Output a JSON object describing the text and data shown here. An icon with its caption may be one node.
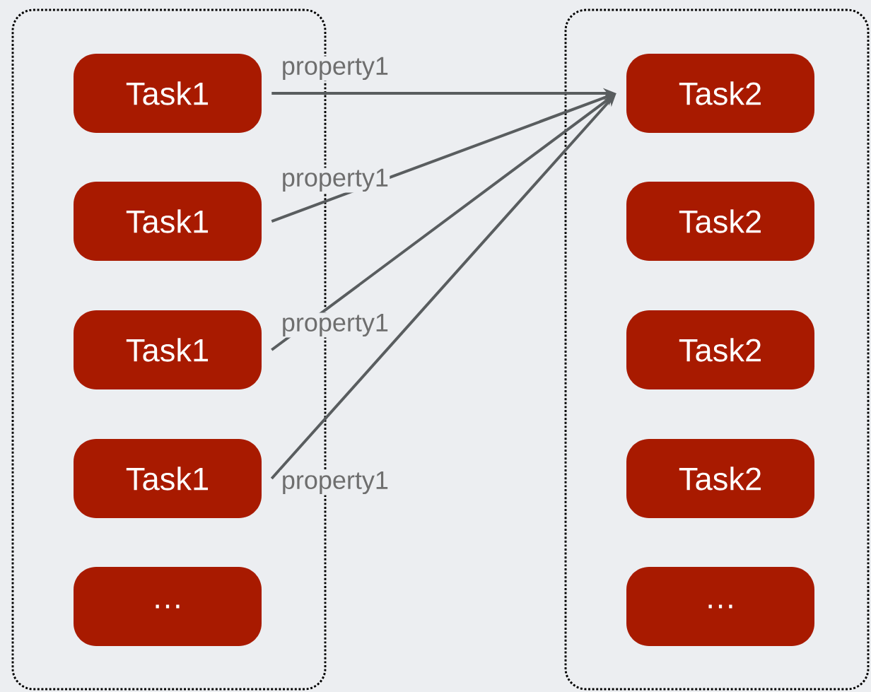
{
  "diagram": {
    "nodes": [
      {
        "text": [],
        "shape": "box"
      },
      {
        "text": [
          "Task1"
        ],
        "in": 0
      },
      {
        "text": [
          "Task1"
        ],
        "in": 0
      },
      {
        "text": [
          "Task1"
        ],
        "in": 0
      },
      {
        "text": [
          "Task1"
        ],
        "in": 0
      },
      {
        "text": [
          "…"
        ],
        "in": 0
      },
      {
        "text": [],
        "shape": "box"
      },
      {
        "text": [
          "Task2"
        ],
        "in": 6
      },
      {
        "text": [
          "Task2"
        ],
        "in": 6
      },
      {
        "text": [
          "Task2"
        ],
        "in": 6
      },
      {
        "text": [
          "Task2"
        ],
        "in": 6
      },
      {
        "text": [
          "…"
        ],
        "in": 6
      }
    ],
    "edges": [
      {
        "from": 1,
        "to": 7,
        "arrow": "to",
        "label": "property1"
      },
      {
        "from": 2,
        "to": 7,
        "arrow": "to",
        "label": "property1"
      },
      {
        "from": 3,
        "to": 7,
        "arrow": "to",
        "label": "property1"
      },
      {
        "from": 4,
        "to": 7,
        "arrow": "to",
        "label": "property1"
      }
    ]
  }
}
